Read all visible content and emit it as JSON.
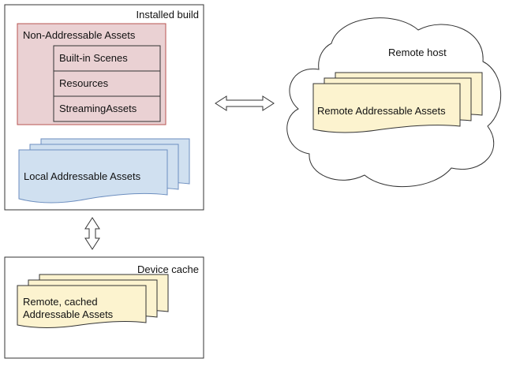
{
  "installed_build": {
    "title": "Installed build",
    "non_addressable": {
      "title": "Non-Addressable Assets",
      "items": [
        "Built-in Scenes",
        "Resources",
        "StreamingAssets"
      ]
    },
    "local_assets": "Local Addressable Assets"
  },
  "remote_host": {
    "title": "Remote host",
    "assets": "Remote Addressable Assets"
  },
  "device_cache": {
    "title": "Device cache",
    "assets_line1": "Remote, cached",
    "assets_line2": "Addressable Assets"
  },
  "colors": {
    "pink_fill": "#ead1d3",
    "pink_stroke": "#b85450",
    "blue_fill": "#d0e0f0",
    "blue_stroke": "#6c8ebf",
    "yellow_fill": "#fcf3cf",
    "yellow_stroke": "#333333",
    "line": "#333333"
  }
}
